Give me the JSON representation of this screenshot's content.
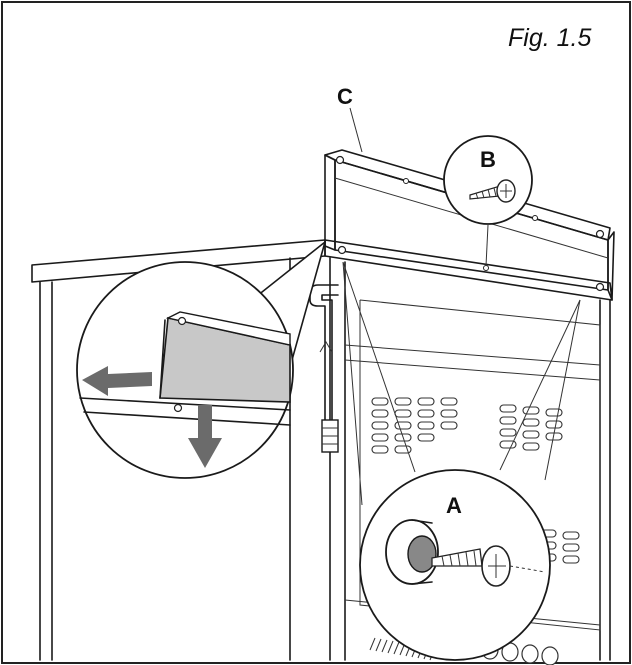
{
  "figure": {
    "label": "Fig. 1.5",
    "callouts": {
      "a": "A",
      "b": "B",
      "c": "C"
    }
  },
  "colors": {
    "line": "#1a1a1a",
    "arrow_gray": "#6b6b6b",
    "panel_gray": "#c8c8c8",
    "background": "#ffffff"
  }
}
